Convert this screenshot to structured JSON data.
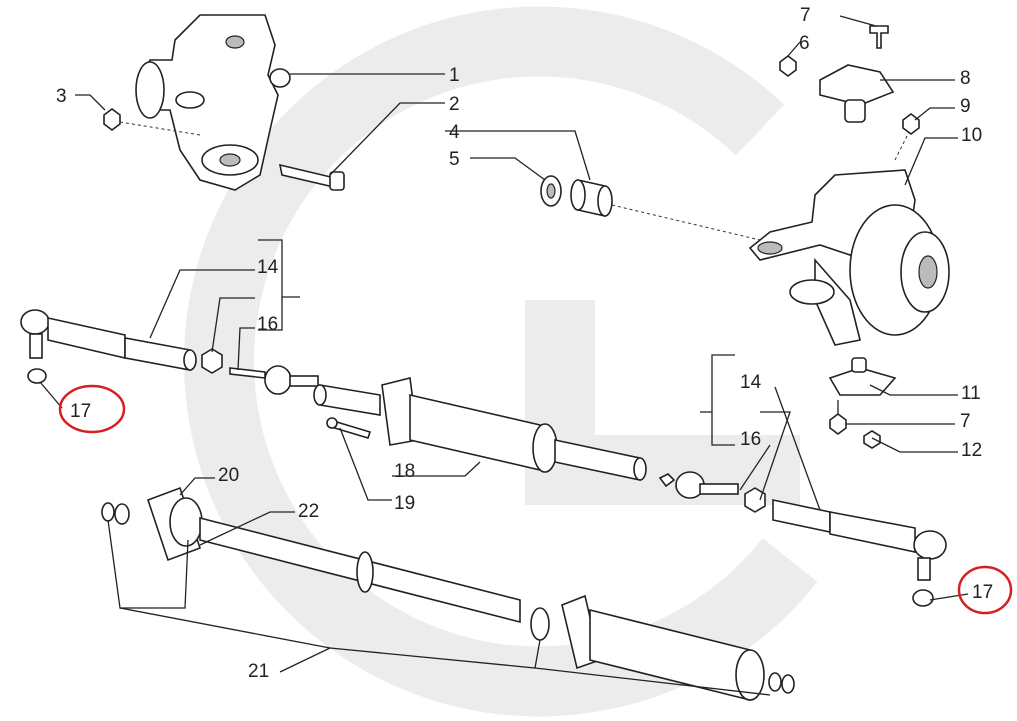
{
  "diagram": {
    "title": "Steering axle exploded parts diagram",
    "highlight_color": "#d62020",
    "watermark_color": "#ececec",
    "labels": {
      "p1": "1",
      "p2": "2",
      "p3": "3",
      "p4": "4",
      "p5": "5",
      "p6": "6",
      "p7a": "7",
      "p8": "8",
      "p9": "9",
      "p10": "10",
      "p11": "11",
      "p7b": "7",
      "p12": "12",
      "p14a": "14",
      "p16a": "16",
      "p17a": "17",
      "p18": "18",
      "p19": "19",
      "p20": "20",
      "p21": "21",
      "p22": "22",
      "p14b": "14",
      "p16b": "16",
      "p17b": "17"
    }
  }
}
